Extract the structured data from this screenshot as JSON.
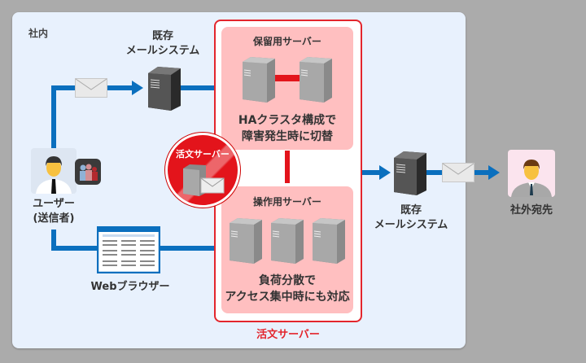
{
  "zones": {
    "internal_label": "社内",
    "katsubun_label": "活文サーバー"
  },
  "nodes": {
    "existing_mail_top": {
      "line1": "既存",
      "line2": "メールシステム"
    },
    "existing_mail_right": {
      "line1": "既存",
      "line2": "メールシステム"
    },
    "user": {
      "line1": "ユーザー",
      "line2": "(送信者)"
    },
    "browser": {
      "label": "Webブラウザー"
    },
    "external": {
      "label": "社外宛先"
    },
    "badge": {
      "label": "活文サーバー"
    }
  },
  "servers": {
    "hold": {
      "title": "保留用サーバー",
      "desc1": "HAクラスタ構成で",
      "desc2": "障害発生時に切替"
    },
    "operation": {
      "title": "操作用サーバー",
      "desc1": "負荷分散で",
      "desc2": "アクセス集中時にも対応"
    }
  },
  "colors": {
    "flow_arrow": "#0a6fbe",
    "accent_red": "#e3262d",
    "server_box": "#ffbfc0",
    "internal_bg": "#e8f1fd",
    "outer_bg": "#ababab"
  }
}
